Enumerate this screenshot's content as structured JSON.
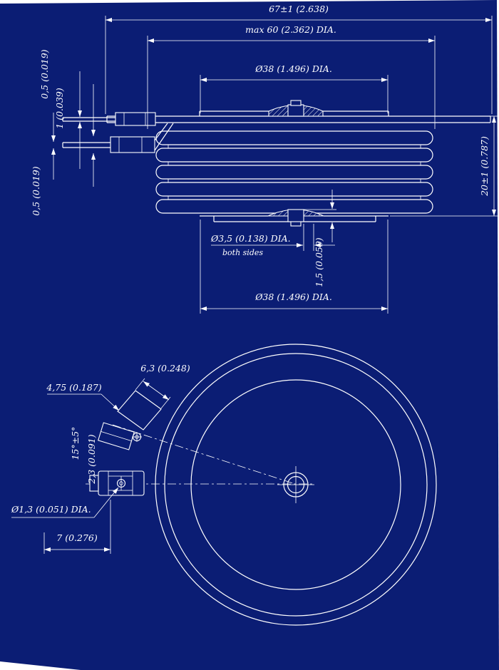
{
  "colors": {
    "background": "#0b1d74",
    "line": "#ffffff",
    "paper": "#ffffff"
  },
  "side_view": {
    "dim_overall_width": "67±1 (2.638)",
    "dim_max_dia": "max 60 (2.362) DIA.",
    "dim_top_pole_dia": "Ø38 (1.496) DIA.",
    "dim_lead_upper": "0,5 (0.019)",
    "dim_lead_mid": "1 (0.039)",
    "dim_lead_lower": "0,5 (0.019)",
    "dim_height": "20±1 (0.787)",
    "dim_gate_hole": "Ø3,5 (0.138) DIA.",
    "dim_gate_hole_note": "both sides",
    "dim_gate_depth": "1,5 (0.059)",
    "dim_bottom_pole_dia": "Ø38 (1.496) DIA."
  },
  "plan_view": {
    "dim_tab_width": "6,3 (0.248)",
    "dim_tab_small_width": "4,75 (0.187)",
    "dim_lead_angle": "15°±5°",
    "dim_lead_offset": "2,3 (0.091)",
    "dim_hole_dia": "Ø1,3 (0.051) DIA.",
    "dim_edge_distance": "7 (0.276)"
  }
}
